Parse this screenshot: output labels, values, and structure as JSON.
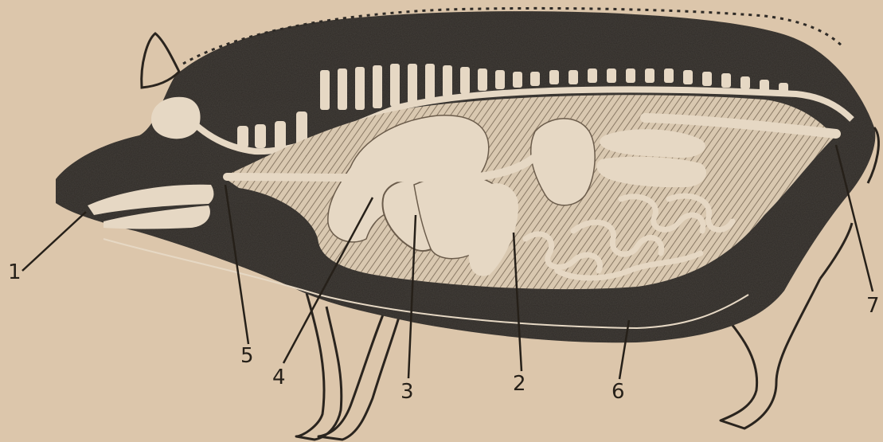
{
  "diagram": {
    "palette": {
      "paper": "#dcc6ab",
      "body_fill": "#2f2b27",
      "organ_fill": "#e6d8c4",
      "ink": "#262019"
    },
    "labels": [
      {
        "id": "label-1",
        "text": "1"
      },
      {
        "id": "label-2",
        "text": "2"
      },
      {
        "id": "label-3",
        "text": "3"
      },
      {
        "id": "label-4",
        "text": "4"
      },
      {
        "id": "label-5",
        "text": "5"
      },
      {
        "id": "label-6",
        "text": "6"
      },
      {
        "id": "label-7",
        "text": "7"
      }
    ]
  }
}
